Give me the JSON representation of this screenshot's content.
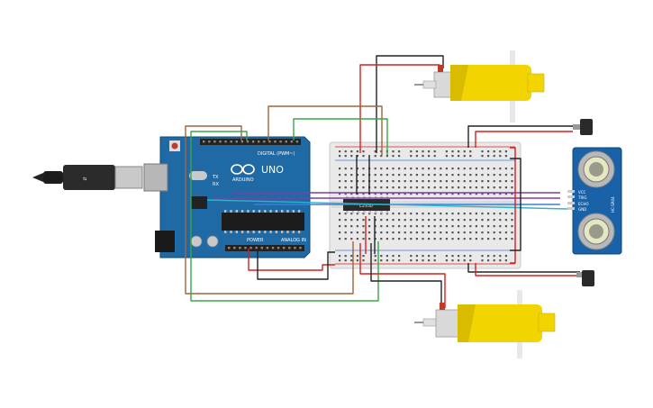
{
  "arduino": {
    "model_label": "UNO",
    "brand_label": "ARDUINO",
    "digital_header_label": "DIGITAL (PWM~)",
    "power_header_label": "POWER",
    "analog_header_label": "ANALOG IN",
    "tx_label": "TX",
    "rx_label": "RX",
    "color": "#1f6aa5"
  },
  "ic_chip": {
    "label": "L293D",
    "color": "#2a2a2a"
  },
  "ultrasonic_sensor": {
    "model_label": "HC-SR04",
    "pin_labels": [
      "VCC",
      "TRIG",
      "ECHO",
      "GND"
    ],
    "color": "#1a62a8"
  },
  "motors": [
    {
      "id": "top",
      "color": "#f2d500"
    },
    {
      "id": "bottom",
      "color": "#f2d500"
    }
  ],
  "wire_colors": {
    "red": "#d81e1e",
    "black": "#222222",
    "green": "#3aa64a",
    "brown": "#a0643c",
    "purple": "#7b3fa8",
    "blue": "#3b7fd9",
    "cyan": "#2bb5c9"
  }
}
